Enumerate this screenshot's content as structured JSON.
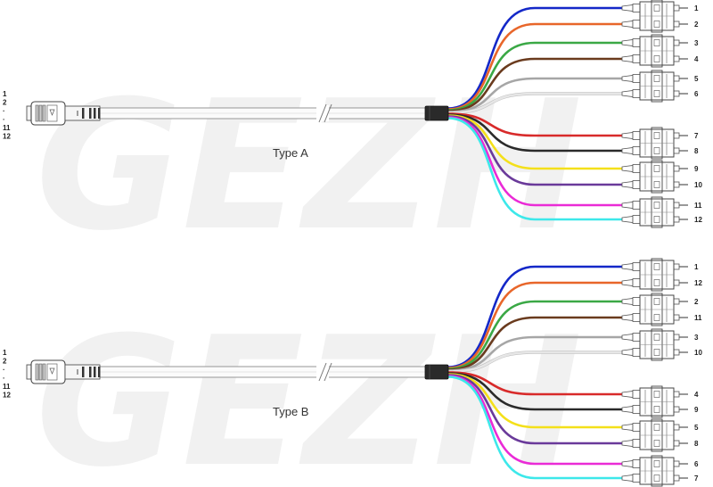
{
  "watermark": "GEZH",
  "colors": {
    "blue": "#1428c8",
    "orange": "#e8662a",
    "green": "#3aa845",
    "brown": "#6a3b1e",
    "grey": "#a6a6a6",
    "white": "#e6e6e6",
    "red": "#d82a2a",
    "black": "#2a2a2a",
    "yellow": "#f4e01a",
    "violet": "#6a3a9a",
    "rose": "#ea2bd6",
    "aqua": "#3de8ea"
  },
  "assemblies": [
    {
      "label": "Type A",
      "mpo_labels": [
        "1",
        "2",
        "·",
        "·",
        "11",
        "12"
      ],
      "fiber_labels": [
        "1",
        "2",
        "3",
        "4",
        "5",
        "6",
        "7",
        "8",
        "9",
        "10",
        "11",
        "12"
      ],
      "fiber_colors": [
        "blue",
        "orange",
        "green",
        "brown",
        "grey",
        "white",
        "red",
        "black",
        "yellow",
        "violet",
        "rose",
        "aqua"
      ]
    },
    {
      "label": "Type B",
      "mpo_labels": [
        "1",
        "2",
        "·",
        "·",
        "11",
        "12"
      ],
      "fiber_labels": [
        "1",
        "12",
        "2",
        "11",
        "3",
        "10",
        "4",
        "9",
        "5",
        "8",
        "6",
        "7"
      ],
      "fiber_colors": [
        "blue",
        "orange",
        "green",
        "brown",
        "grey",
        "white",
        "red",
        "black",
        "yellow",
        "violet",
        "rose",
        "aqua"
      ]
    }
  ]
}
